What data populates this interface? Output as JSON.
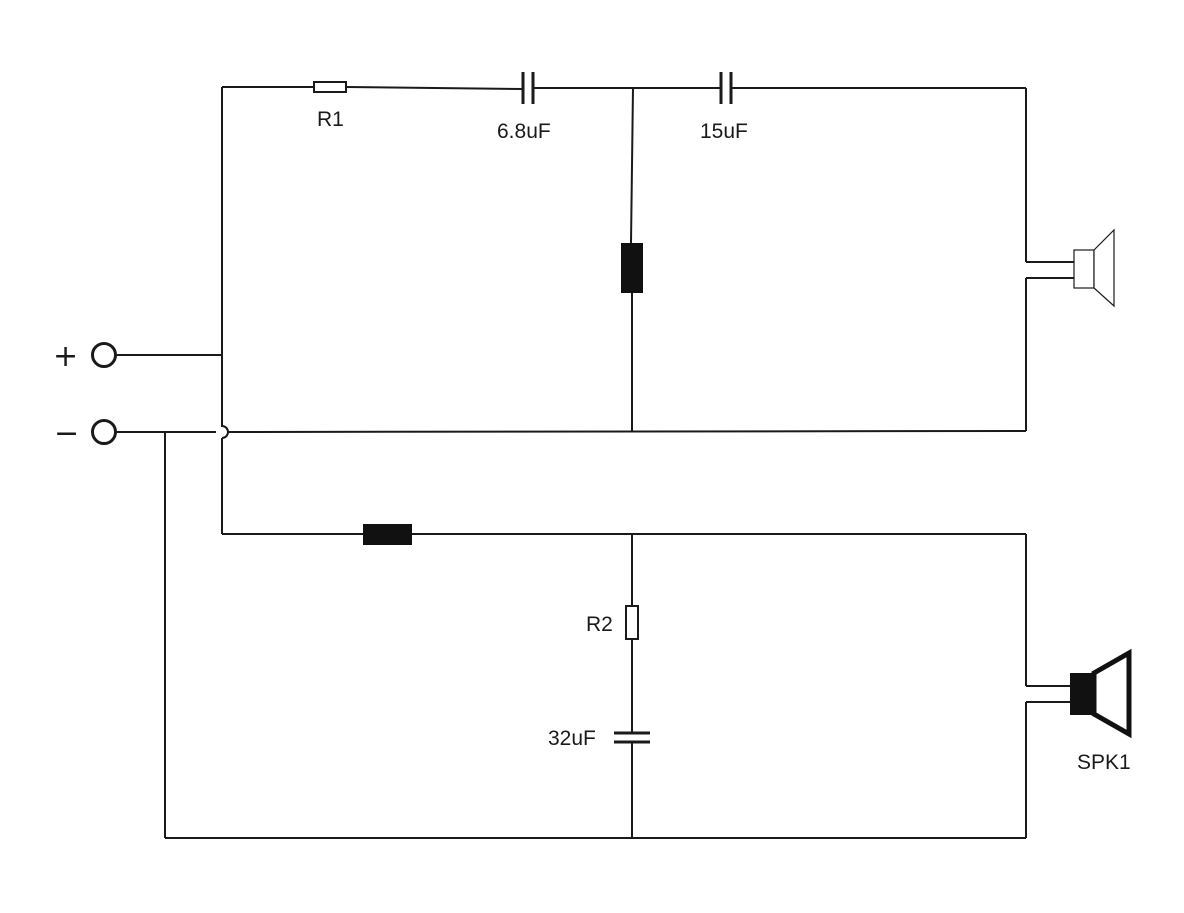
{
  "terminals": {
    "positive": "+",
    "negative": "−"
  },
  "labels": {
    "r1": "R1",
    "c1": "6.8uF",
    "c2": "15uF",
    "r2": "R2",
    "c3": "32uF",
    "spk": "SPK1"
  }
}
